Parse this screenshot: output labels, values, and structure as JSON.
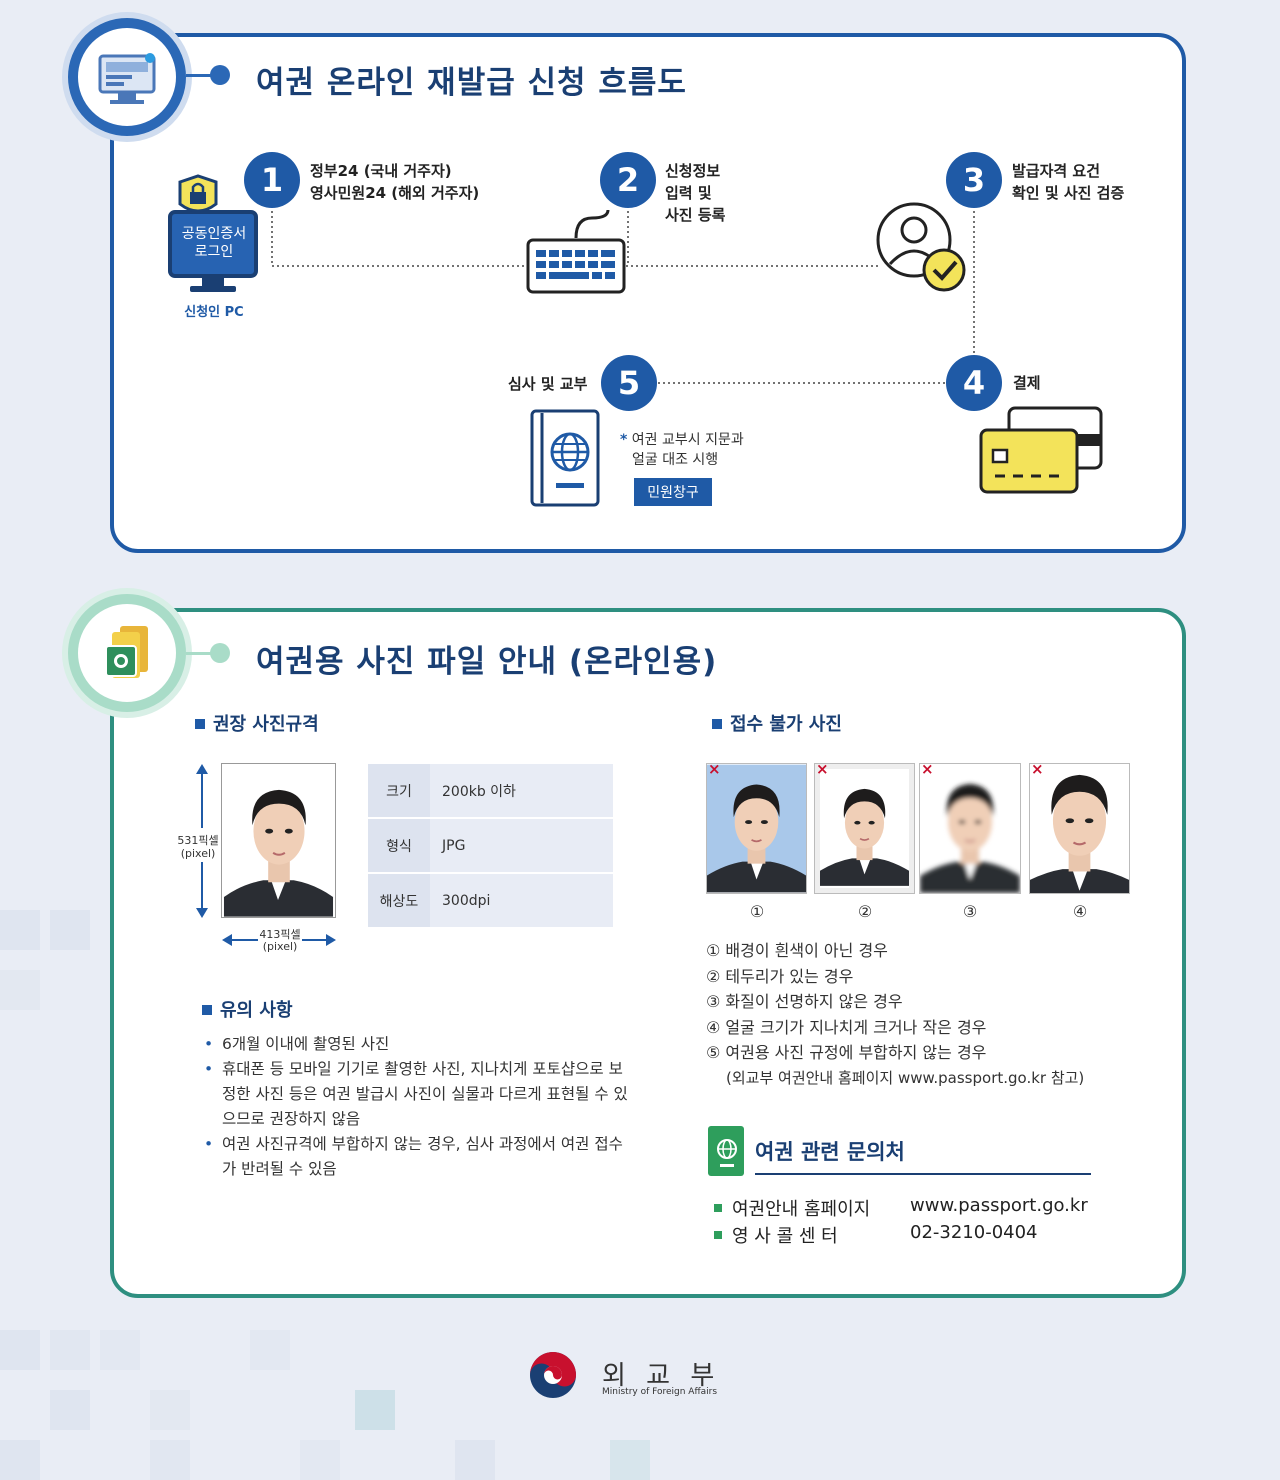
{
  "section1": {
    "title": "여권 온라인 재발급 신청 흐름도",
    "pc_login": "공동인증서\n로그인",
    "pc_caption": "신청인 PC",
    "steps": [
      {
        "num": "1",
        "lines": [
          "정부24 (국내 거주자)",
          "영사민원24 (해외 거주자)"
        ]
      },
      {
        "num": "2",
        "lines": [
          "신청정보",
          "입력 및",
          "사진 등록"
        ]
      },
      {
        "num": "3",
        "lines": [
          "발급자격 요건",
          "확인 및 사진 검증"
        ]
      },
      {
        "num": "4",
        "lines": [
          "결제"
        ]
      },
      {
        "num": "5",
        "lines": [
          "심사 및 교부"
        ]
      }
    ],
    "note_star": "*",
    "note_lines": [
      "여권 교부시 지문과",
      "얼굴 대조 시행"
    ],
    "office_button": "민원창구"
  },
  "section2": {
    "title": "여권용 사진 파일 안내 (온라인용)",
    "spec_heading": "권장 사진규격",
    "height_label": "531픽셀\n(pixel)",
    "width_label": "413픽셀\n(pixel)",
    "spec_rows": [
      {
        "k": "크기",
        "v": "200kb 이하"
      },
      {
        "k": "형식",
        "v": "JPG"
      },
      {
        "k": "해상도",
        "v": "300dpi"
      }
    ],
    "reject_heading": "접수 불가 사진",
    "reject_marks": [
      "①",
      "②",
      "③",
      "④"
    ],
    "reject_x": "×",
    "reject_reasons": [
      "① 배경이 흰색이 아닌 경우",
      "② 테두리가 있는 경우",
      "③ 화질이 선명하지 않은 경우",
      "④ 얼굴 크기가 지나치게 크거나 작은 경우",
      "⑤ 여권용 사진 규정에 부합하지 않는 경우",
      "(외교부 여권안내 홈페이지 www.passport.go.kr 참고)"
    ],
    "caution_heading": "유의 사항",
    "cautions": [
      "6개월 이내에 촬영된 사진",
      "휴대폰 등 모바일 기기로 촬영한 사진, 지나치게 포토샵으로 보정한 사진 등은 여권 발급시 사진이 실물과 다르게 표현될 수 있으므로 권장하지 않음",
      "여권 사진규격에 부합하지 않는 경우, 심사 과정에서 여권 접수가 반려될 수 있음"
    ],
    "contact_heading": "여권 관련 문의처",
    "contacts": [
      {
        "label": "여권안내 홈페이지",
        "value": "www.passport.go.kr"
      },
      {
        "label": "영 사 콜 센 터",
        "value": "02-3210-0404"
      }
    ]
  },
  "footer": {
    "ministry_kr": "외 교 부",
    "ministry_en": "Ministry of Foreign Affairs"
  },
  "colors": {
    "primary": "#1f5aa6",
    "teal": "#2e8f80",
    "yellow": "#f3e35a"
  }
}
